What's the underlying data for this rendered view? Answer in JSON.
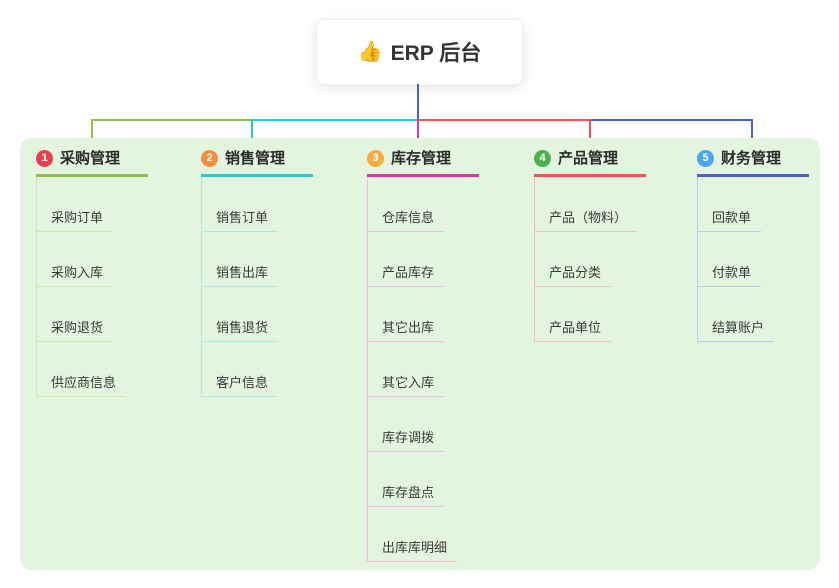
{
  "root": {
    "icon": "👍",
    "title": "ERP 后台"
  },
  "colors": {
    "panel_bg": "#e3f5df",
    "root_connector": "#4a5fd1",
    "branch_1_line": "#8bc34a",
    "branch_1_badge": "#e5404f",
    "branch_2_line": "#2bc8d4",
    "branch_2_badge": "#fb8c3c",
    "branch_3_line": "#d83a9d",
    "branch_3_badge": "#fcab40",
    "branch_4_line": "#f05352",
    "branch_4_badge": "#4cb051",
    "branch_5_line": "#4a5fd1",
    "branch_5_badge": "#4aa5f5"
  },
  "branches": [
    {
      "number": "1",
      "label": "采购管理",
      "items": [
        "采购订单",
        "采购入库",
        "采购退货",
        "供应商信息"
      ]
    },
    {
      "number": "2",
      "label": "销售管理",
      "items": [
        "销售订单",
        "销售出库",
        "销售退货",
        "客户信息"
      ]
    },
    {
      "number": "3",
      "label": "库存管理",
      "items": [
        "仓库信息",
        "产品库存",
        "其它出库",
        "其它入库",
        "库存调拨",
        "库存盘点",
        "出库库明细"
      ]
    },
    {
      "number": "4",
      "label": "产品管理",
      "items": [
        "产品（物料）",
        "产品分类",
        "产品单位"
      ]
    },
    {
      "number": "5",
      "label": "财务管理",
      "items": [
        "回款单",
        "付款单",
        "结算账户"
      ]
    }
  ]
}
